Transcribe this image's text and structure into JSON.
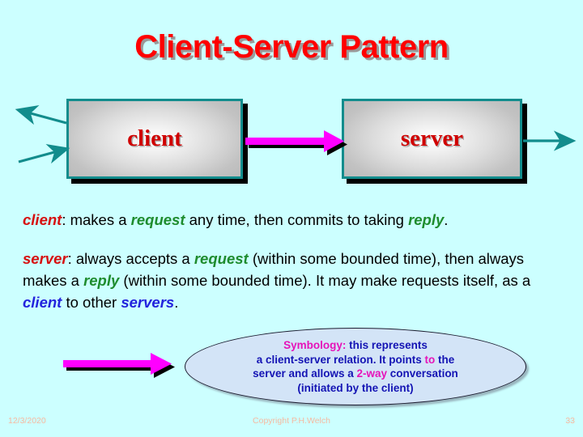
{
  "slide": {
    "background_color": "#CCFFFF",
    "title": "Client-Server Pattern",
    "title_color": "#FF0000"
  },
  "diagram": {
    "client_box": {
      "label": "client",
      "border_color": "#128C8C",
      "text_color": "#D00000"
    },
    "server_box": {
      "label": "server",
      "border_color": "#128C8C",
      "text_color": "#D00000"
    },
    "arrows": {
      "client_server_arrow_color": "#FF00FF",
      "external_arrow_color": "#128C8C"
    }
  },
  "descriptions": {
    "client": {
      "term": "client",
      "sep": ": ",
      "t1": "makes a ",
      "k1": "request",
      "t2": " any time, then commits to taking ",
      "k2": "reply",
      "t3": "."
    },
    "server": {
      "term": "server",
      "sep": ": ",
      "t1": "always accepts a ",
      "k1": "request",
      "t2": " (within some bounded time), then always makes a ",
      "k2": "reply",
      "t3": " (within some bounded time).  It may make requests itself, as a ",
      "k3": "client",
      "t4": " to other ",
      "k4": "servers",
      "t5": "."
    }
  },
  "symbology": {
    "lead": "Symbology:",
    "line1_rest": " this represents",
    "line2_a": "a client-server relation. It points ",
    "line2_hl": "to",
    "line2_b": " the",
    "line3_a": "server and allows a ",
    "line3_hl": "2-way",
    "line3_b": " conversation",
    "line4": "(initiated by the client)",
    "text_color": "#1414B4",
    "highlight_color": "#E613B9",
    "fill_color": "#D3E4F7"
  },
  "footer": {
    "date": "12/3/2020",
    "copyright": "Copyright P.H.Welch",
    "page": "33",
    "color": "#F5B9A0"
  }
}
